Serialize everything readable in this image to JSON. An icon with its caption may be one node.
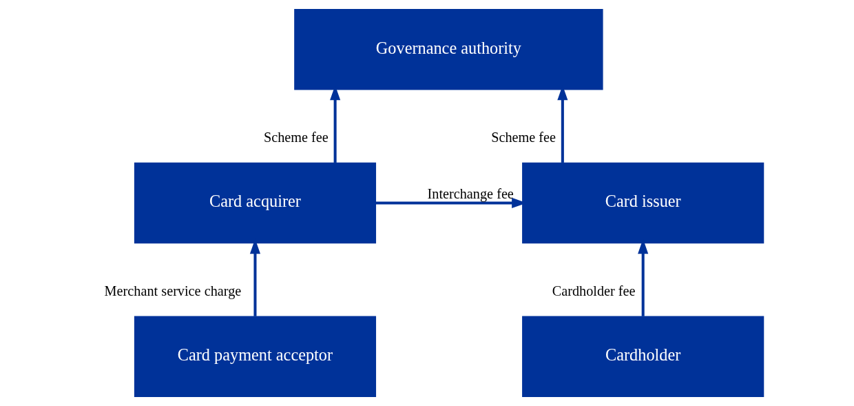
{
  "diagram": {
    "nodes": [
      {
        "text": [
          "Governance authority"
        ]
      },
      {
        "text": [
          "Card issuer"
        ]
      },
      {
        "text": [
          "Card acquirer"
        ]
      },
      {
        "text": [
          "Cardholder"
        ]
      },
      {
        "text": [
          "Card payment acceptor"
        ]
      }
    ],
    "edges": [
      {
        "from": 1,
        "to": 0,
        "arrow": "to",
        "label": "Scheme fee"
      },
      {
        "from": 2,
        "to": 0,
        "arrow": "to",
        "label": "Scheme fee"
      },
      {
        "from": 2,
        "to": 1,
        "arrow": "to",
        "label": "Interchange fee"
      },
      {
        "from": 3,
        "to": 1,
        "arrow": "to",
        "label": "Cardholder fee"
      },
      {
        "from": 4,
        "to": 2,
        "arrow": "to",
        "label": "Merchant service charge"
      }
    ]
  }
}
